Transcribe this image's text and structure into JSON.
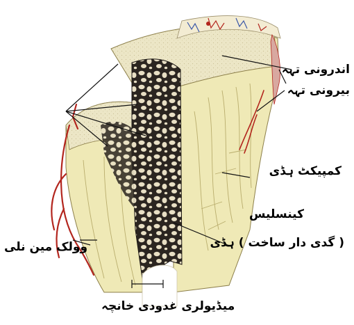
{
  "labels": {
    "inner_layer": "اندرونی تہہ",
    "outer_layer": "بیرونی تہہ",
    "compact_bone": "کمپیکٹ ہڈی",
    "cancellous_line1": "کینسلیس",
    "cancellous_line2": "( گدی دار ساخت ) ہڈی",
    "volkmann_canal": "وولک مین نلی",
    "medullary_cavity": "میڈیولری غدودی خانچہ"
  },
  "colors": {
    "cancellous_dark": "#2b2520",
    "cancellous_light": "#e8dfc4",
    "compact_yellow": "#efe9b6",
    "periosteum_beige": "#f3ecd3",
    "artery_red": "#b3261e",
    "vein_blue": "#3b58a8",
    "leader": "#111111"
  }
}
